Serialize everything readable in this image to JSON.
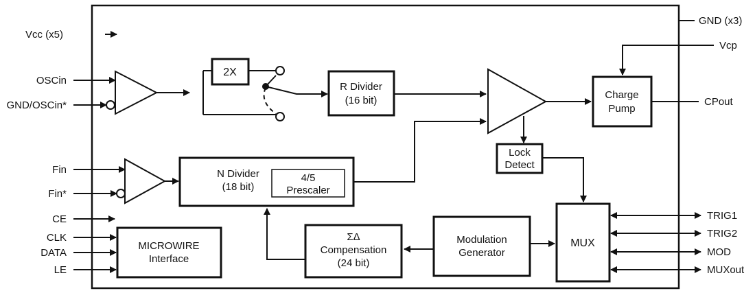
{
  "pins": {
    "vcc": "Vcc (x5)",
    "oscin": "OSCin",
    "gnd_oscin": "GND/OSCin*",
    "fin": "Fin",
    "fin_n": "Fin*",
    "ce": "CE",
    "clk": "CLK",
    "data": "DATA",
    "le": "LE",
    "gnd": "GND (x3)",
    "vcp": "Vcp",
    "cpout": "CPout",
    "trig1": "TRIG1",
    "trig2": "TRIG2",
    "mod": "MOD",
    "muxout": "MUXout"
  },
  "blocks": {
    "doubler": "2X",
    "r_divider": [
      "R Divider",
      "(16 bit)"
    ],
    "charge_pump": [
      "Charge",
      "Pump"
    ],
    "lock_detect": [
      "Lock",
      "Detect"
    ],
    "n_divider": [
      "N Divider",
      "(18 bit)"
    ],
    "prescaler": [
      "4/5",
      "Prescaler"
    ],
    "microwire": [
      "MICROWIRE",
      "Interface"
    ],
    "sigma_delta": [
      "ΣΔ",
      "Compensation",
      "(24 bit)"
    ],
    "modulation": [
      "Modulation",
      "Generator"
    ],
    "mux": "MUX"
  }
}
